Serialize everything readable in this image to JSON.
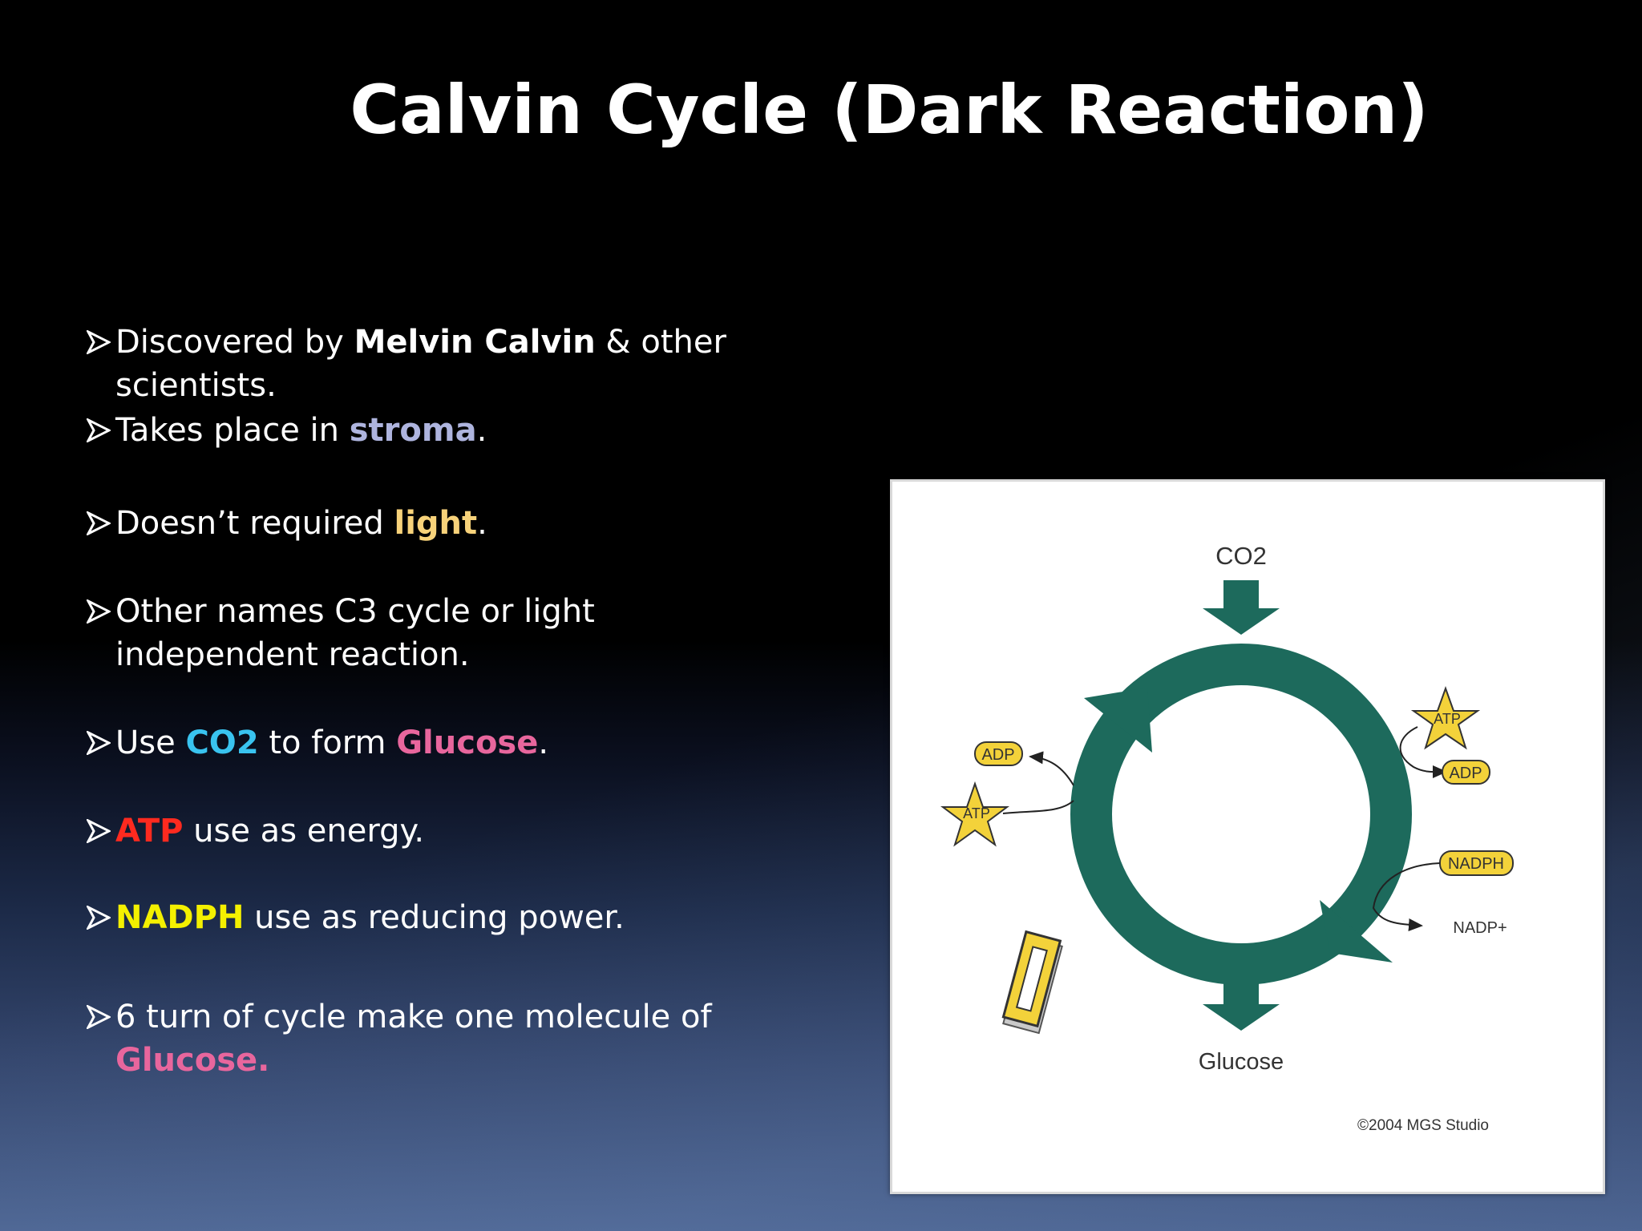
{
  "slide": {
    "title": "Calvin Cycle (Dark Reaction)"
  },
  "bullets": [
    {
      "parts": [
        {
          "text": "Discovered by "
        },
        {
          "text": "Melvin Calvin",
          "bold": true,
          "color": "#ffffff"
        },
        {
          "text": " & other scientists."
        }
      ]
    },
    {
      "parts": [
        {
          "text": "Takes place in "
        },
        {
          "text": "stroma",
          "bold": true,
          "color": "#aeb4de"
        },
        {
          "text": "."
        }
      ]
    },
    {
      "parts": [
        {
          "text": "Doesn’t required "
        },
        {
          "text": "light",
          "bold": true,
          "color": "#f7d27a"
        },
        {
          "text": "."
        }
      ]
    },
    {
      "parts": [
        {
          "text": "Other names C3 cycle or light independent reaction."
        }
      ]
    },
    {
      "parts": [
        {
          "text": "Use "
        },
        {
          "text": "CO2",
          "bold": true,
          "color": "#39c3ef"
        },
        {
          "text": " to form "
        },
        {
          "text": "Glucose",
          "bold": true,
          "color": "#e8669d"
        },
        {
          "text": "."
        }
      ]
    },
    {
      "parts": [
        {
          "text": "ATP",
          "bold": true,
          "color": "#ff2a1f"
        },
        {
          "text": " use as energy."
        }
      ]
    },
    {
      "parts": [
        {
          "text": "NADPH",
          "bold": true,
          "color": "#f4f000"
        },
        {
          "text": " use as reducing power."
        }
      ]
    },
    {
      "parts": [
        {
          "text": "6 turn of cycle make one molecule of "
        },
        {
          "text": "Glucose.",
          "bold": true,
          "color": "#e8669d"
        }
      ]
    }
  ],
  "diagram": {
    "co2": "CO2",
    "glucose": "Glucose",
    "adp_left": "ADP",
    "atp_left": "ATP",
    "atp_right": "ATP",
    "adp_right": "ADP",
    "nadph": "NADPH",
    "nadp_plus": "NADP+",
    "copyright": "©2004 MGS Studio",
    "colors": {
      "cycle": "#1d6a5c",
      "molecule": "#f3d23a"
    }
  }
}
